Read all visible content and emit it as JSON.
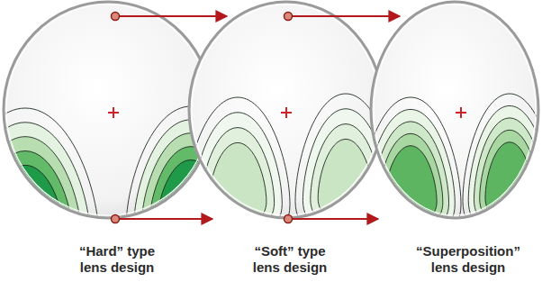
{
  "diagram": {
    "labels": [
      "“Hard” type lens design",
      "“Soft” type lens design",
      "“Superposition” lens design"
    ]
  }
}
